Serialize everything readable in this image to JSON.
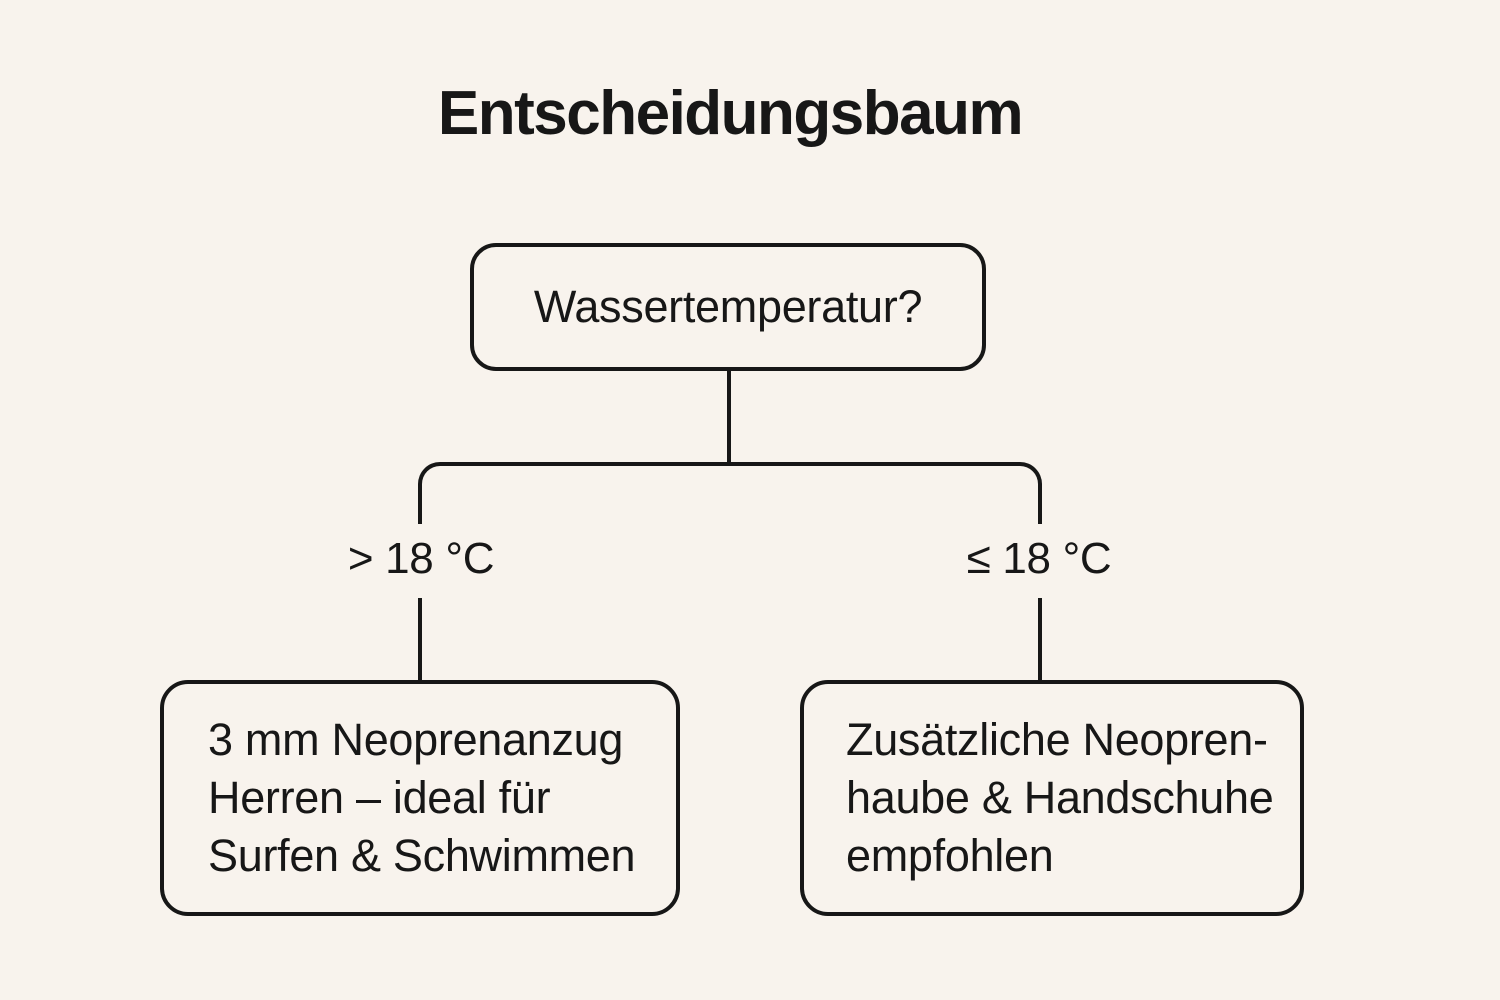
{
  "title": "Entscheidungsbaum",
  "root": {
    "label": "Wassertemperatur?"
  },
  "branches": [
    {
      "condition": "> 18 °C",
      "result": "3 mm Neoprenanzug\nHerren – ideal für\nSurfen & Schwimmen"
    },
    {
      "condition": "≤ 18 °C",
      "result": "Zusätzliche Neopren-\nhaube & Handschuhe\nempfohlen"
    }
  ],
  "colors": {
    "background": "#f8f3ed",
    "ink": "#171717"
  }
}
